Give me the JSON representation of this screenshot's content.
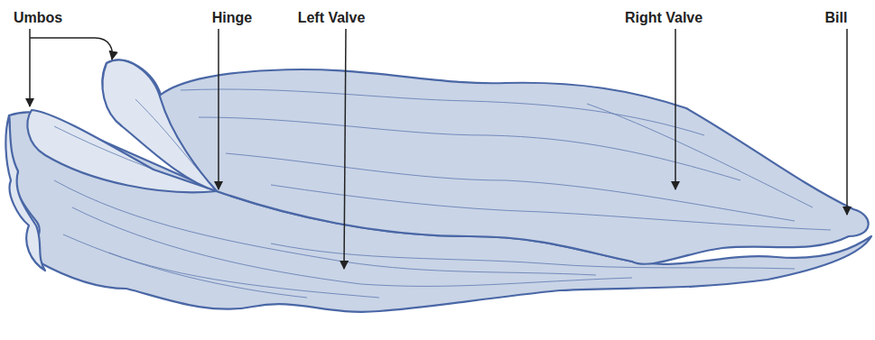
{
  "diagram": {
    "labels": [
      "Umbos",
      "Hinge",
      "Left Valve",
      "Right Valve",
      "Bill"
    ]
  }
}
